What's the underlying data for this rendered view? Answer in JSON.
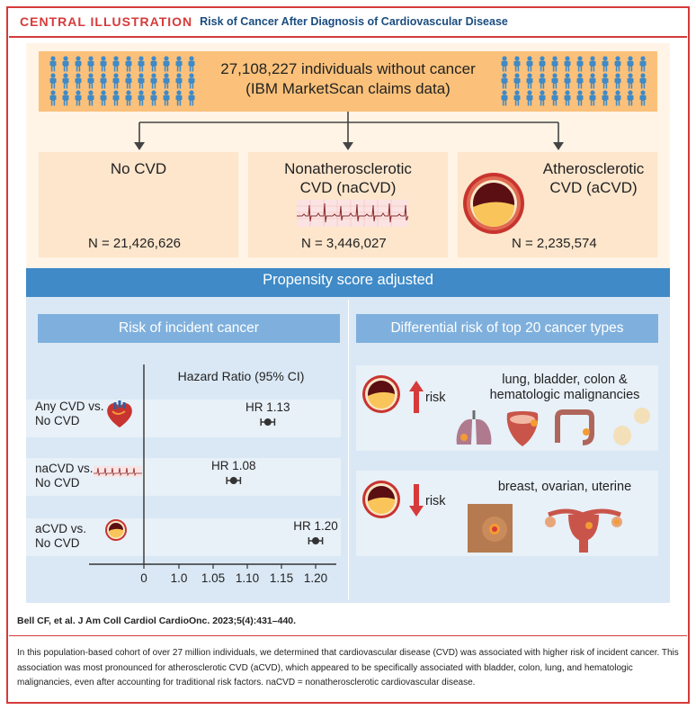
{
  "header": {
    "label": "CENTRAL ILLUSTRATION",
    "title": "Risk of Cancer After Diagnosis of Cardiovascular Disease"
  },
  "cohort": {
    "line1": "27,108,227 individuals without cancer",
    "line2": "(IBM MarketScan claims data)"
  },
  "groups": [
    {
      "title_line1": "No CVD",
      "title_line2": "",
      "n": "N = 21,426,626"
    },
    {
      "title_line1": "Nonatherosclerotic",
      "title_line2": "CVD (naCVD)",
      "n": "N = 3,446,027"
    },
    {
      "title_line1": "Atherosclerotic",
      "title_line2": "CVD (aCVD)",
      "n": "N = 2,235,574"
    }
  ],
  "propensity": "Propensity score adjusted",
  "left_section": "Risk of incident cancer",
  "right_section": "Differential risk of top 20 cancer types",
  "chart_data": {
    "type": "forest",
    "title": "Hazard Ratio (95% CI)",
    "rows": [
      {
        "label_line1": "Any CVD vs.",
        "label_line2": "No CVD",
        "annotation": "HR 1.13",
        "hr": 1.13,
        "ci": [
          1.12,
          1.14
        ]
      },
      {
        "label_line1": "naCVD vs.",
        "label_line2": "No CVD",
        "annotation": "HR 1.08",
        "hr": 1.08,
        "ci": [
          1.07,
          1.09
        ]
      },
      {
        "label_line1": "aCVD vs.",
        "label_line2": "No CVD",
        "annotation": "HR 1.20",
        "hr": 1.2,
        "ci": [
          1.19,
          1.21
        ]
      }
    ],
    "ticks": [
      "0",
      "1.0",
      "1.05",
      "1.10",
      "1.15",
      "1.20"
    ],
    "tick_values": [
      0,
      1.0,
      1.05,
      1.1,
      1.15,
      1.2
    ]
  },
  "risk_up": {
    "word": "risk",
    "types_line1": "lung, bladder, colon &",
    "types_line2": "hematologic malignancies"
  },
  "risk_down": {
    "word": "risk",
    "types": "breast, ovarian, uterine"
  },
  "colors": {
    "red": "#d63a3a",
    "navy": "#1a4d80",
    "blue": "#3f8ac7",
    "orange": "#fbc17a"
  },
  "citation": "Bell CF, et al. J Am Coll Cardiol CardioOnc. 2023;5(4):431–440.",
  "caption": "In this population-based cohort of over 27 million individuals, we determined that cardiovascular disease (CVD) was associated with higher risk of incident cancer. This association was most pronounced for atherosclerotic CVD (aCVD), which appeared to be specifically associated with bladder, colon, lung, and hematologic malignancies, even after accounting for traditional risk factors. naCVD = nonatherosclerotic cardiovascular disease."
}
